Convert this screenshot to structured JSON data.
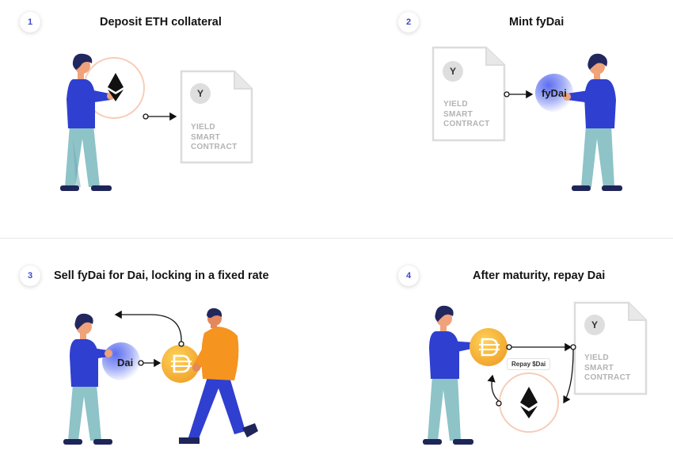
{
  "steps": [
    {
      "number": "1",
      "title": "Deposit ETH collateral"
    },
    {
      "number": "2",
      "title": "Mint fyDai"
    },
    {
      "number": "3",
      "title": "Sell fyDai for Dai, locking in a fixed rate"
    },
    {
      "number": "4",
      "title": "After maturity, repay Dai"
    }
  ],
  "contract": {
    "y_label": "Y",
    "line1": "YIELD",
    "line2": "SMART",
    "line3": "CONTRACT"
  },
  "coin_label_full": "fyDai",
  "coin_label_partial": "Dai",
  "repay_label": "Repay $Dai",
  "colors": {
    "accent": "#3b4bc8",
    "shirt": "#2f3fd0",
    "pants": "#8ec3c8",
    "coin": "#f7b73c",
    "ring": "#f6cdb8"
  }
}
